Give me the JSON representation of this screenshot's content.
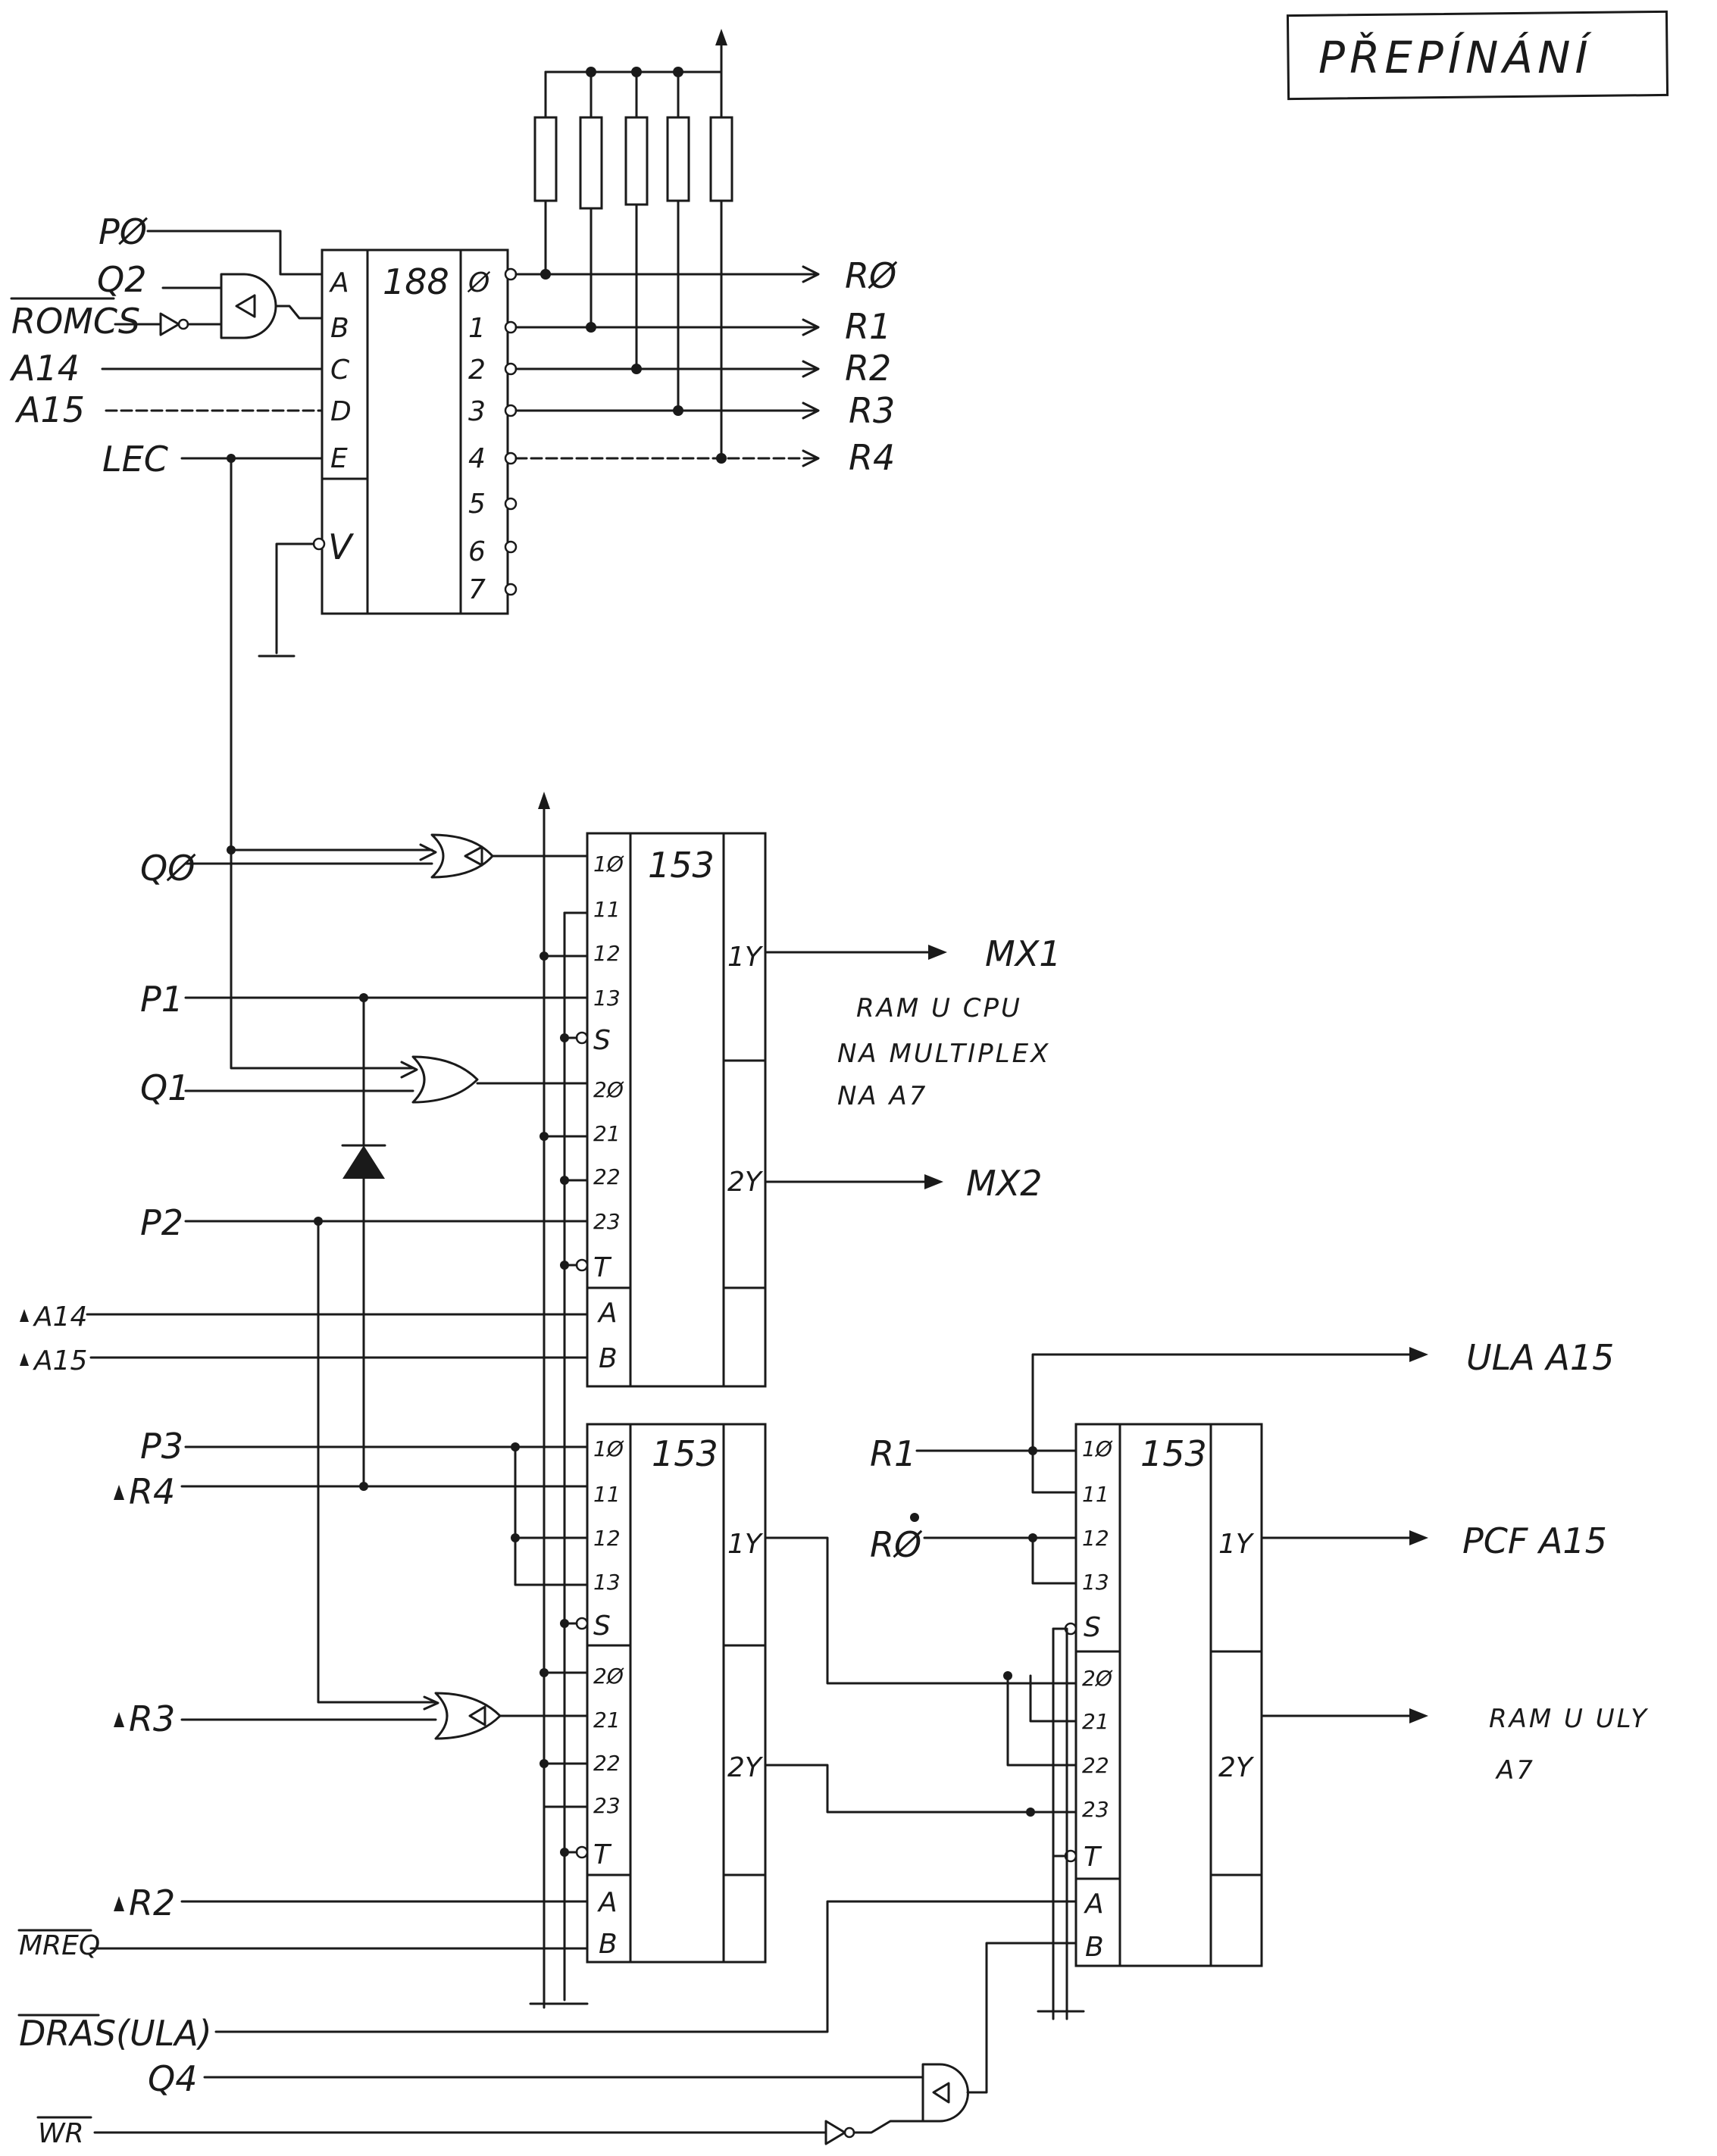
{
  "title": "PŘEPÍNÁNÍ",
  "chips": {
    "u188": {
      "part": "188",
      "left_pins": [
        "A",
        "B",
        "C",
        "D",
        "E",
        "V"
      ],
      "right_pins": [
        "Ø",
        "1",
        "2",
        "3",
        "4",
        "5",
        "6",
        "7"
      ]
    },
    "u153a": {
      "part": "153",
      "left_pins": [
        "1Ø",
        "11",
        "12",
        "13",
        "S",
        "2Ø",
        "21",
        "22",
        "23",
        "T",
        "A",
        "B"
      ],
      "right_pins": [
        "1Y",
        "2Y"
      ]
    },
    "u153b": {
      "part": "153",
      "left_pins": [
        "1Ø",
        "11",
        "12",
        "13",
        "S",
        "2Ø",
        "21",
        "22",
        "23",
        "T",
        "A",
        "B"
      ],
      "right_pins": [
        "1Y",
        "2Y"
      ]
    },
    "u153c": {
      "part": "153",
      "left_pins": [
        "1Ø",
        "11",
        "12",
        "13",
        "S",
        "2Ø",
        "21",
        "22",
        "23",
        "T",
        "A",
        "B"
      ],
      "right_pins": [
        "1Y",
        "2Y"
      ]
    }
  },
  "inputs": {
    "p0": "PØ",
    "q2": "Q2",
    "romcs": "ROMCS",
    "a14": "A14",
    "a15": "A15",
    "lec": "LEC",
    "q0": "QØ",
    "p1": "P1",
    "q1": "Q1",
    "p2": "P2",
    "a14_bus": "A14",
    "a15_bus": "A15",
    "p3": "P3",
    "r4_bus": "R4",
    "r3_bus": "R3",
    "r2_bus": "R2",
    "mreq": "MREQ",
    "dras": "DRAS(ULA)",
    "q4": "Q4",
    "wr": "WR",
    "r1_in": "R1",
    "r0_in": "RØ"
  },
  "outputs": {
    "r0": "RØ",
    "r1": "R1",
    "r2": "R2",
    "r3": "R3",
    "r4": "R4",
    "mx1": "MX1",
    "mx2": "MX2",
    "ula_a15": "ULA A15",
    "pcf_a15": "PCF A15",
    "ram_ula_a7": [
      "RAM U ULY",
      "A7"
    ]
  },
  "notes": {
    "mx1_note": [
      "RAM U CPU",
      "NA MULTIPLEX",
      "NA A7"
    ]
  }
}
